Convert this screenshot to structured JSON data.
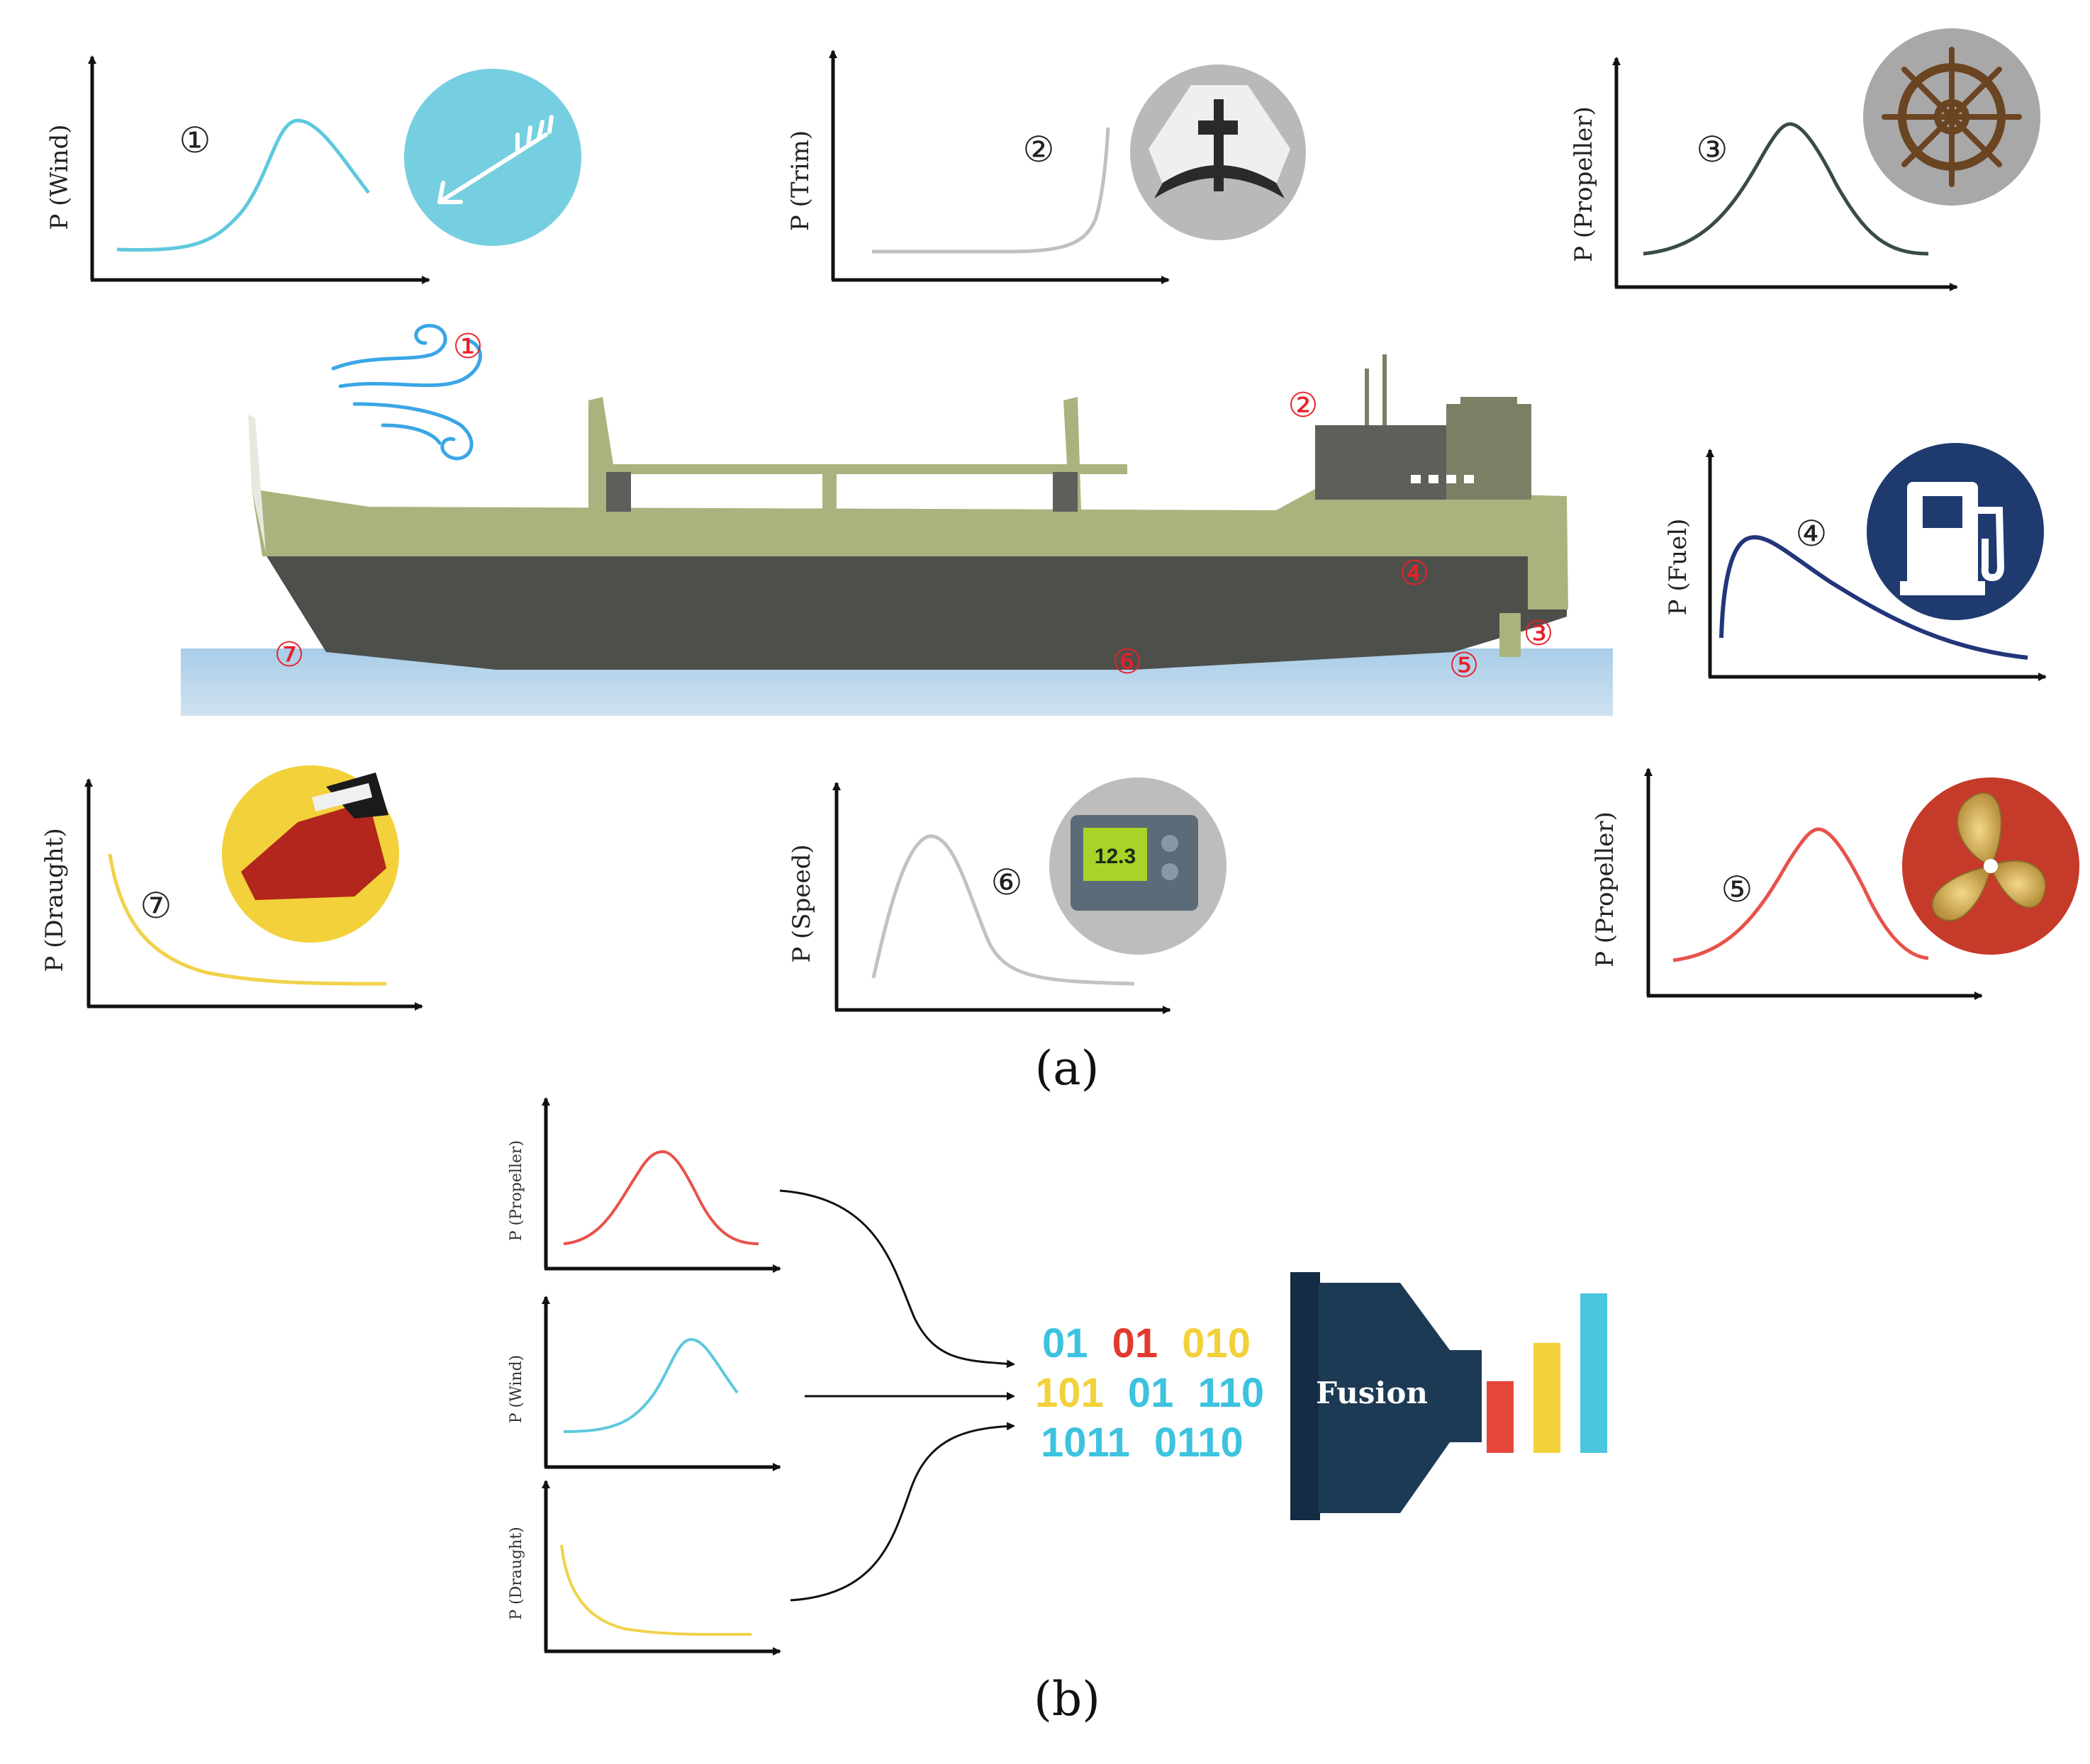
{
  "panel_a": {
    "caption": "(a)",
    "plots": [
      {
        "id": "wind",
        "marker": "①",
        "ylabel": "P (Wind)",
        "color": "#5ec8de",
        "icon": "wind-arrow-icon",
        "icon_bg": "#76cfe0"
      },
      {
        "id": "trim",
        "marker": "②",
        "ylabel": "P (Trim)",
        "color": "#bfbfbf",
        "icon": "trim-gauge-icon",
        "icon_bg": "#b9b9b9"
      },
      {
        "id": "propeller-wheel",
        "marker": "③",
        "ylabel": "P (Propeller)",
        "color": "#3a4a48",
        "icon": "ship-wheel-icon",
        "icon_bg": "#a8a8a8"
      },
      {
        "id": "fuel",
        "marker": "④",
        "ylabel": "P (Fuel)",
        "color": "#23357a",
        "icon": "fuel-pump-icon",
        "icon_bg": "#1e3a6e"
      },
      {
        "id": "propeller",
        "marker": "⑤",
        "ylabel": "P (Propeller)",
        "color": "#e8524a",
        "icon": "propeller-icon",
        "icon_bg": "#c63a2a"
      },
      {
        "id": "speed",
        "marker": "⑥",
        "ylabel": "P (Speed)",
        "color": "#c2c2c2",
        "icon": "speed-log-device-icon",
        "icon_bg": "#bdbdbd",
        "device_reading": "12.3"
      },
      {
        "id": "draught",
        "marker": "⑦",
        "ylabel": "P (Draught)",
        "color": "#f0d24a",
        "icon": "hull-draught-icon",
        "icon_bg": "#f2d13a"
      }
    ],
    "ship_markers": [
      "①",
      "②",
      "③",
      "④",
      "⑤",
      "⑥",
      "⑦"
    ],
    "ship_marker_color": "#e8202a",
    "ship_colors": {
      "hull_upper": "#a9b37e",
      "hull_lower": "#4d4f4a",
      "superstructure": "#5c5f5a",
      "water": "#b7d5ea"
    }
  },
  "panel_b": {
    "caption": "(b)",
    "inputs": [
      {
        "id": "propeller",
        "ylabel": "P (Propeller)",
        "color": "#e8524a"
      },
      {
        "id": "wind",
        "ylabel": "P (Wind)",
        "color": "#5ec8de"
      },
      {
        "id": "draught",
        "ylabel": "P (Draught)",
        "color": "#f0d24a"
      }
    ],
    "binary_lines": [
      [
        {
          "text": "01",
          "color": "#3cc3df"
        },
        {
          "text": "01",
          "color": "#e23a2e"
        },
        {
          "text": "010",
          "color": "#f2d13a"
        }
      ],
      [
        {
          "text": "101",
          "color": "#f2d13a"
        },
        {
          "text": "01",
          "color": "#3cc3df"
        },
        {
          "text": "110",
          "color": "#3cc3df"
        }
      ],
      [
        {
          "text": "1011",
          "color": "#3cc3df"
        },
        {
          "text": "0110",
          "color": "#3cc3df"
        }
      ]
    ],
    "fusion_label": "Fusion",
    "fusion_color": "#1d3a55",
    "output_bars": [
      {
        "value": 0.45,
        "color": "#e4473a"
      },
      {
        "value": 0.69,
        "color": "#f2d13a"
      },
      {
        "value": 1.0,
        "color": "#4ac6de"
      }
    ]
  }
}
